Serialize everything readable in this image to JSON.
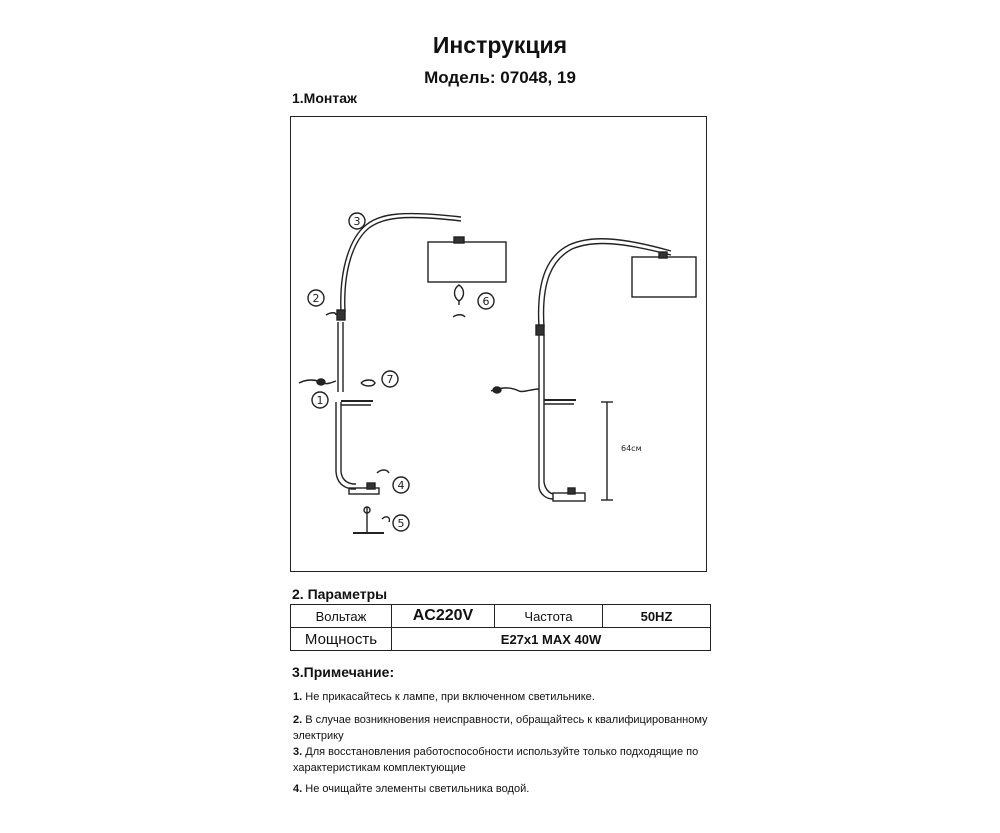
{
  "header": {
    "title": "Инструкция",
    "model": "Модель: 07048, 19"
  },
  "sections": {
    "assembly": "1.Монтаж",
    "parameters": "2. Параметры",
    "notes": "3.Примечание:"
  },
  "diagram": {
    "callouts": [
      "1",
      "2",
      "3",
      "4",
      "5",
      "6",
      "7"
    ],
    "dimension": "64см"
  },
  "params": {
    "voltage_label": "Вольтаж",
    "voltage_value": "AC220V",
    "frequency_label": "Частота",
    "frequency_value": "50HZ",
    "power_label": "Мощность",
    "power_value": "E27x1 MAX 40W"
  },
  "notes": [
    {
      "num": "1.",
      "text": "Не прикасайтесь к лампе, при включенном светильнике."
    },
    {
      "num": "2.",
      "text": "В случае возникновения неисправности, обращайтесь к квалифицированному электрику"
    },
    {
      "num": "3.",
      "text": "Для восстановления работоспособности используйте только подходящие по характеристикам комплектующие"
    },
    {
      "num": "4.",
      "text": "Не очищайте элементы светильника водой."
    }
  ]
}
